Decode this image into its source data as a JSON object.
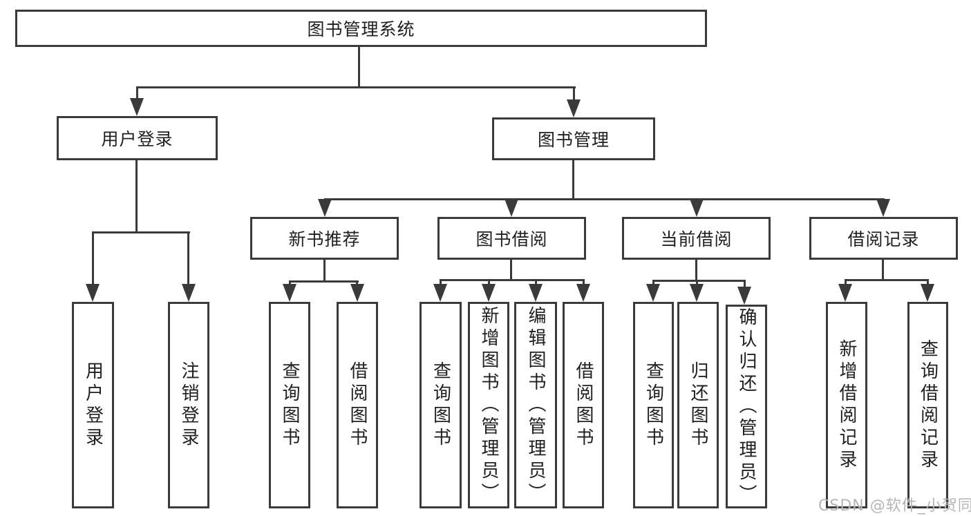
{
  "diagram": {
    "root": {
      "label": "图书管理系统"
    },
    "level2": [
      {
        "label": "用户登录",
        "children": [
          {
            "label": "用户登录"
          },
          {
            "label": "注销登录"
          }
        ]
      },
      {
        "label": "图书管理",
        "children": [
          {
            "label": "新书推荐",
            "children": [
              {
                "label": "查询图书"
              },
              {
                "label": "借阅图书"
              }
            ]
          },
          {
            "label": "图书借阅",
            "children": [
              {
                "label": "查询图书"
              },
              {
                "label": "新增图书（管理员）"
              },
              {
                "label": "编辑图书（管理员）"
              },
              {
                "label": "借阅图书"
              }
            ]
          },
          {
            "label": "当前借阅",
            "children": [
              {
                "label": "查询图书"
              },
              {
                "label": "归还图书"
              },
              {
                "label": "确认归还（管理员）"
              }
            ]
          },
          {
            "label": "借阅记录",
            "children": [
              {
                "label": "新增借阅记录"
              },
              {
                "label": "查询借阅记录"
              }
            ]
          }
        ]
      }
    ],
    "watermark": "CSDN @软件_小贺同学",
    "colors": {
      "line": "#3a3a3a",
      "text": "#1f1f1f",
      "watermark": "#b5b5b5",
      "background": "#ffffff"
    }
  }
}
